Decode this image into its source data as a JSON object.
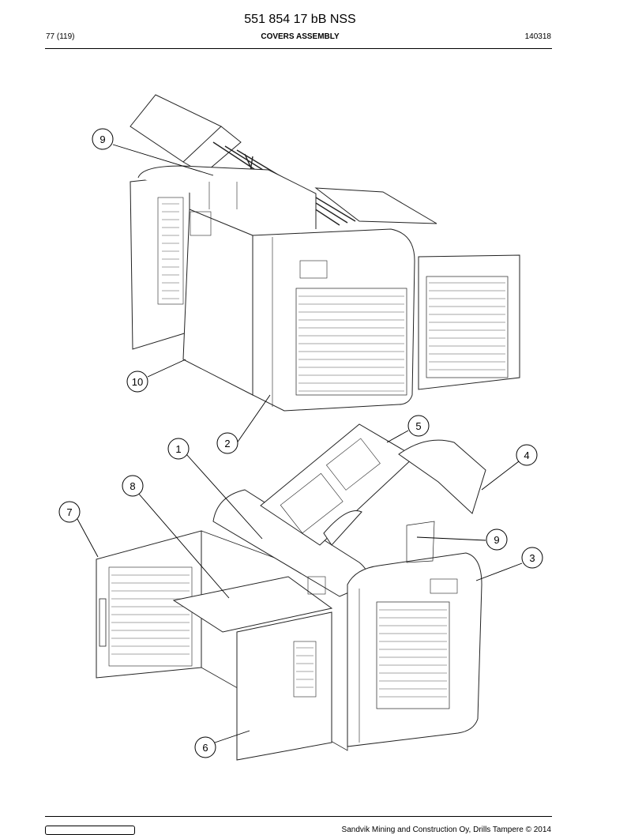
{
  "header": {
    "doc_title": "551 854 17 bB NSS",
    "page_ref": "77 (119)",
    "section_title": "COVERS ASSEMBLY",
    "code": "140318"
  },
  "callouts": {
    "top_view": [
      "9",
      "10",
      "2"
    ],
    "bottom_view": [
      "1",
      "5",
      "4",
      "8",
      "7",
      "9",
      "3",
      "6"
    ]
  },
  "footer": {
    "copyright": "Sandvik Mining and Construction Oy, Drills Tampere © 2014"
  }
}
